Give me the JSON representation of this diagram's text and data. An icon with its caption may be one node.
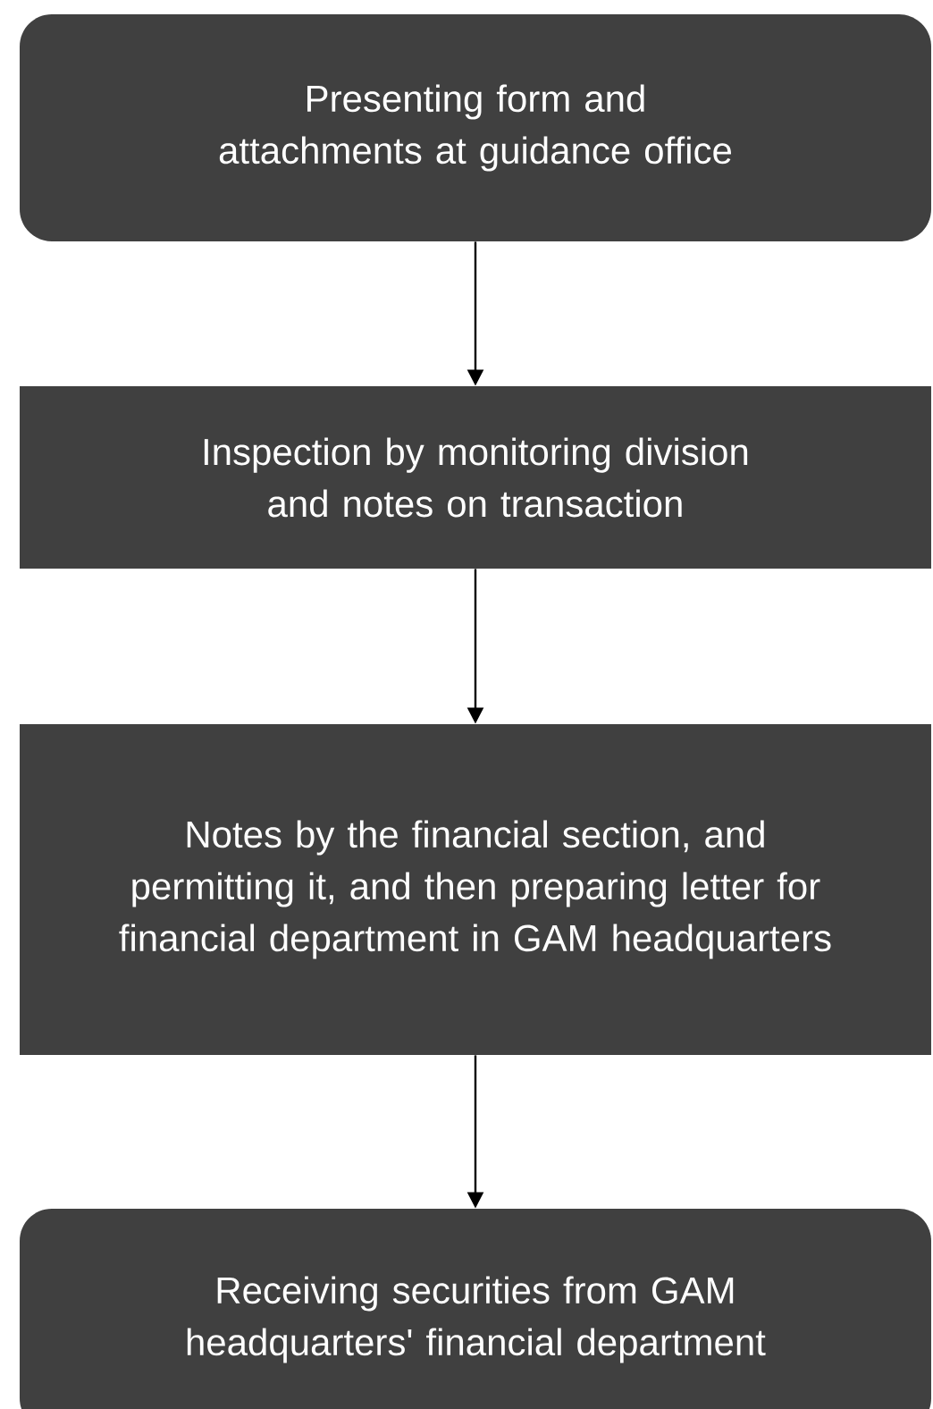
{
  "diagram": {
    "nodes": [
      {
        "text": [
          "Presenting form and attachments at guidance office"
        ]
      },
      {
        "text": [
          "Inspection by monitoring division and notes on transaction"
        ]
      },
      {
        "text": [
          "Notes by the financial section, and permitting it, and then preparing letter for financial department in GAM headquarters"
        ]
      },
      {
        "text": [
          "Receiving securities from GAM headquarters' financial department"
        ]
      }
    ],
    "edges": [
      {
        "from": 0,
        "to": 1,
        "arrow": "to"
      },
      {
        "from": 1,
        "to": 2,
        "arrow": "to"
      },
      {
        "from": 2,
        "to": 3,
        "arrow": "to"
      }
    ]
  }
}
